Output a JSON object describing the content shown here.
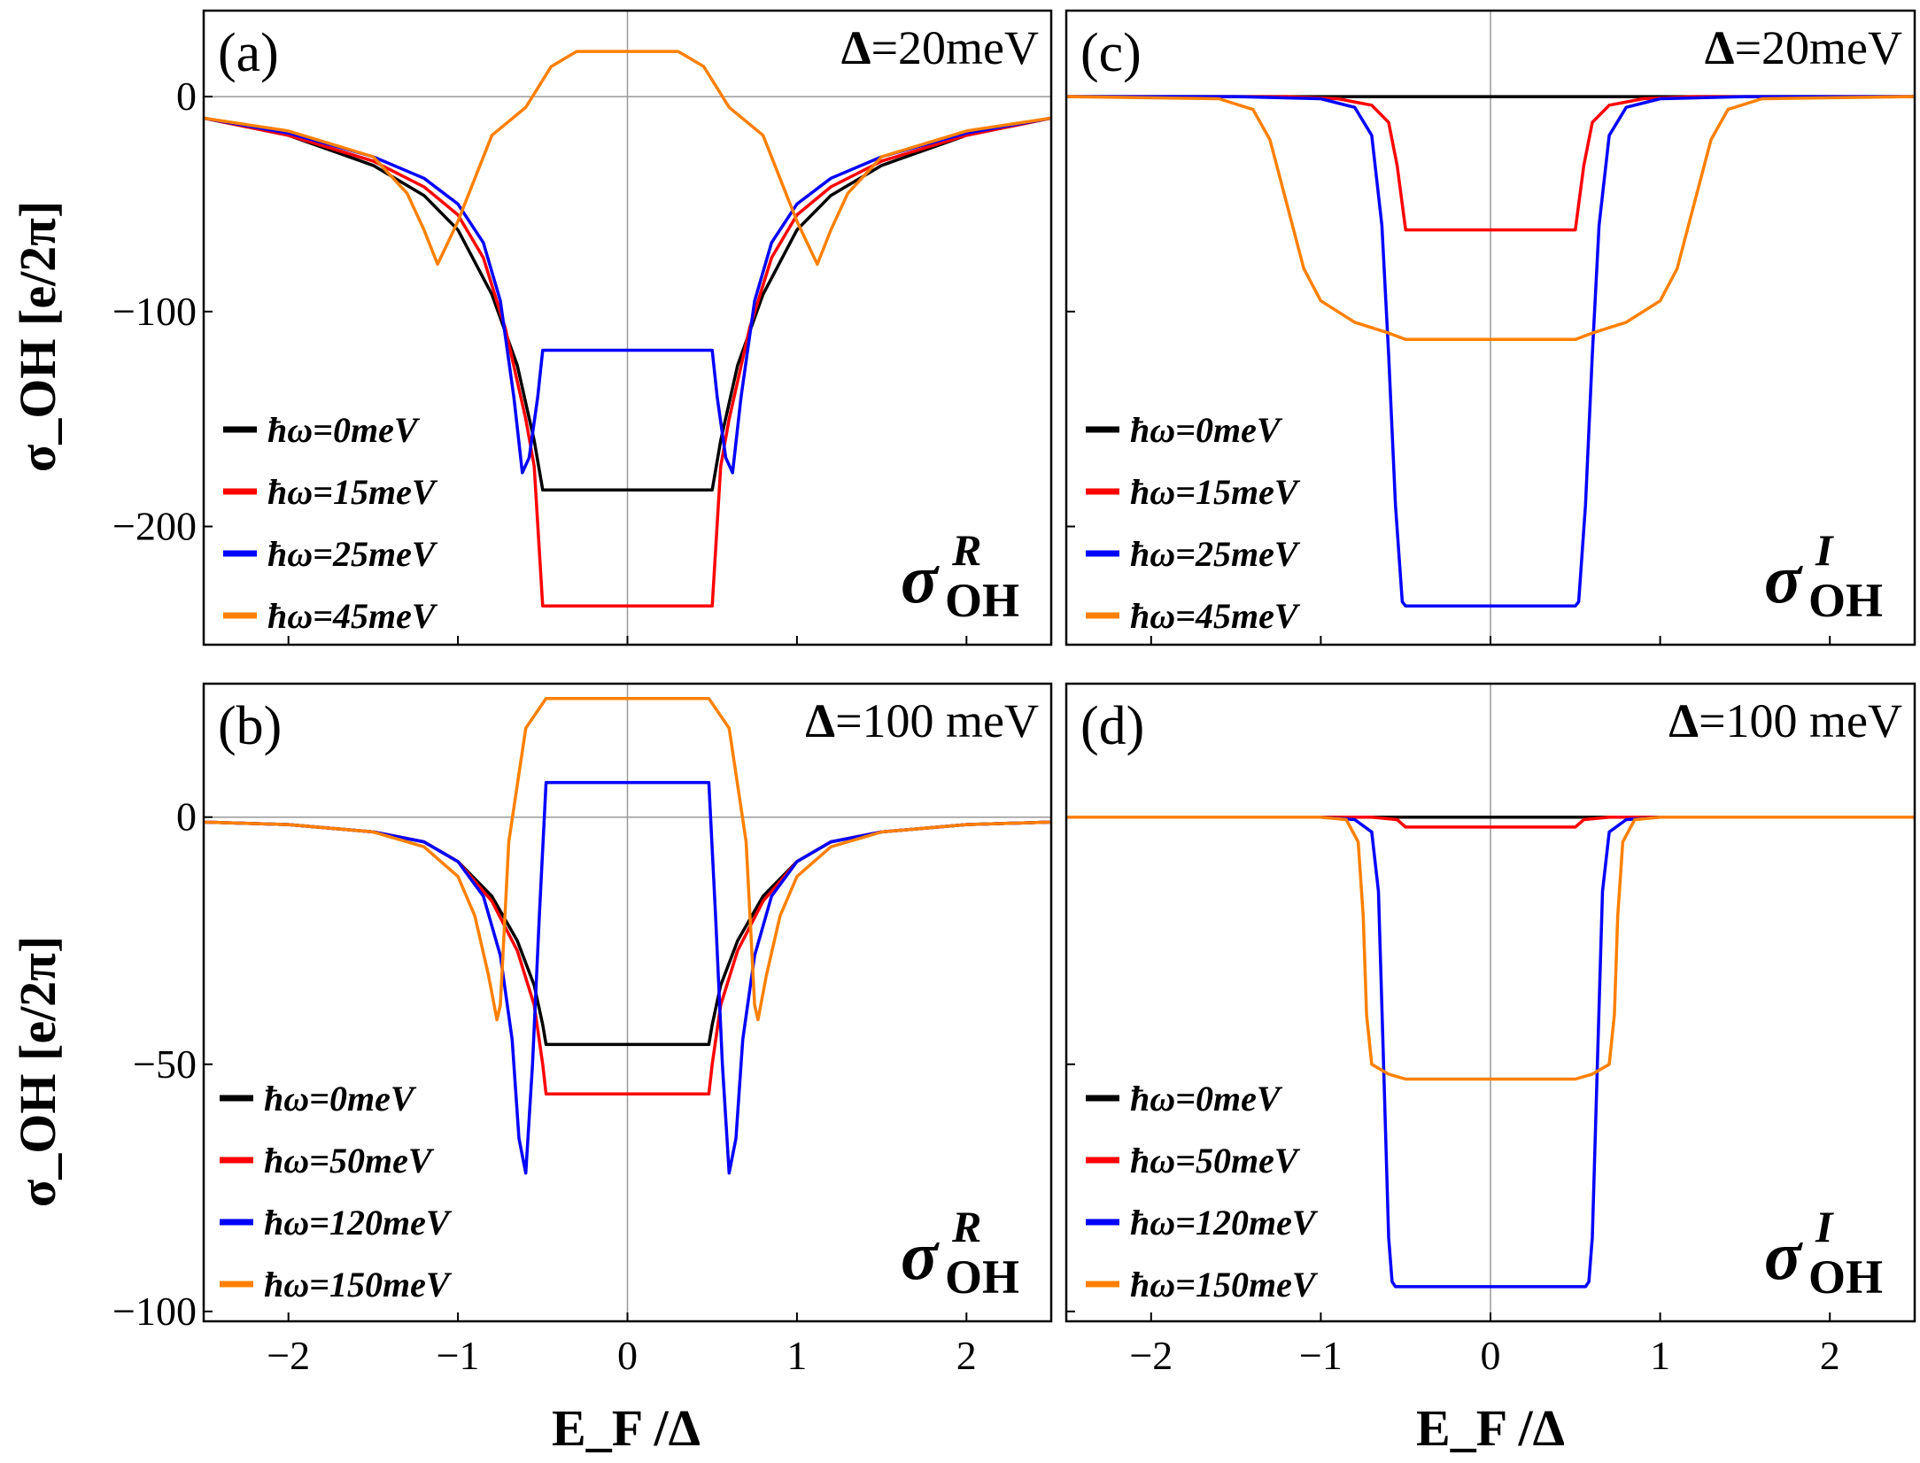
{
  "figure": {
    "xlabel": "E_F /Δ",
    "ylabel": "σ_OH [e/2π]"
  },
  "chart_data": [
    {
      "id": "a",
      "type": "line",
      "panel_label": "(a)",
      "delta_label": "Δ=20meV",
      "tag": {
        "symbol": "σ",
        "sup": "R",
        "sub": "OH"
      },
      "xlim": [
        -2.5,
        2.5
      ],
      "ylim": [
        -255,
        40
      ],
      "x_ticks": [
        -2,
        -1,
        0,
        1,
        2
      ],
      "y_ticks": [
        0,
        -100,
        -200
      ],
      "show_x_tick_labels": false,
      "show_y_tick_labels": true,
      "legend_position": "bottom-left",
      "series": [
        {
          "name": "ħω=0meV",
          "color": "#000000",
          "x": [
            -2.5,
            -2,
            -1.5,
            -1.2,
            -1,
            -0.8,
            -0.65,
            -0.55,
            -0.5,
            -0.45,
            0,
            0.45,
            0.5,
            0.55,
            0.65,
            0.8,
            1,
            1.2,
            1.5,
            2,
            2.5
          ],
          "y": [
            -10,
            -18,
            -32,
            -46,
            -62,
            -92,
            -125,
            -160,
            -183,
            -183,
            -183,
            -183,
            -183,
            -160,
            -125,
            -92,
            -62,
            -46,
            -32,
            -18,
            -10
          ]
        },
        {
          "name": "ħω=15meV",
          "color": "#ff0000",
          "x": [
            -2.5,
            -2,
            -1.5,
            -1.2,
            -1,
            -0.85,
            -0.72,
            -0.6,
            -0.55,
            -0.5,
            -0.45,
            0,
            0.45,
            0.5,
            0.55,
            0.6,
            0.72,
            0.85,
            1,
            1.2,
            1.5,
            2,
            2.5
          ],
          "y": [
            -10,
            -18,
            -30,
            -42,
            -55,
            -75,
            -108,
            -150,
            -172,
            -237,
            -237,
            -237,
            -237,
            -237,
            -172,
            -150,
            -108,
            -75,
            -55,
            -42,
            -30,
            -18,
            -10
          ]
        },
        {
          "name": "ħω=25meV",
          "color": "#0000ff",
          "x": [
            -2.5,
            -2,
            -1.5,
            -1.2,
            -1,
            -0.85,
            -0.75,
            -0.67,
            -0.62,
            -0.58,
            -0.53,
            -0.5,
            -0.48,
            0,
            0.48,
            0.5,
            0.53,
            0.58,
            0.62,
            0.67,
            0.75,
            0.85,
            1,
            1.2,
            1.5,
            2,
            2.5
          ],
          "y": [
            -10,
            -17,
            -28,
            -38,
            -50,
            -68,
            -95,
            -140,
            -175,
            -168,
            -140,
            -118,
            -118,
            -118,
            -118,
            -118,
            -140,
            -168,
            -175,
            -140,
            -95,
            -68,
            -50,
            -38,
            -28,
            -17,
            -10
          ]
        },
        {
          "name": "ħω=45meV",
          "color": "#ff8000",
          "x": [
            -2.5,
            -2,
            -1.5,
            -1.3,
            -1.2,
            -1.12,
            -1,
            -0.8,
            -0.6,
            -0.45,
            -0.3,
            -0.2,
            0,
            0.2,
            0.3,
            0.45,
            0.6,
            0.8,
            1,
            1.12,
            1.2,
            1.3,
            1.5,
            2,
            2.5
          ],
          "y": [
            -10,
            -16,
            -28,
            -45,
            -62,
            -78,
            -58,
            -18,
            -5,
            14,
            21,
            21,
            21,
            21,
            21,
            14,
            -5,
            -18,
            -58,
            -78,
            -62,
            -45,
            -28,
            -16,
            -10
          ]
        }
      ]
    },
    {
      "id": "c",
      "type": "line",
      "panel_label": "(c)",
      "delta_label": "Δ=20meV",
      "tag": {
        "symbol": "σ",
        "sup": "I",
        "sub": "OH"
      },
      "xlim": [
        -2.5,
        2.5
      ],
      "ylim": [
        -255,
        40
      ],
      "x_ticks": [
        -2,
        -1,
        0,
        1,
        2
      ],
      "y_ticks": [
        0,
        -100,
        -200
      ],
      "show_x_tick_labels": false,
      "show_y_tick_labels": false,
      "legend_position": "bottom-left",
      "series": [
        {
          "name": "ħω=0meV",
          "color": "#000000",
          "x": [
            -2.5,
            2.5
          ],
          "y": [
            0,
            0
          ]
        },
        {
          "name": "ħω=15meV",
          "color": "#ff0000",
          "x": [
            -2.5,
            -1.2,
            -0.9,
            -0.7,
            -0.6,
            -0.55,
            -0.5,
            0,
            0.5,
            0.55,
            0.6,
            0.7,
            0.9,
            1.2,
            2.5
          ],
          "y": [
            0,
            0,
            -1,
            -4,
            -12,
            -32,
            -62,
            -62,
            -62,
            -32,
            -12,
            -4,
            -1,
            0,
            0
          ]
        },
        {
          "name": "ħω=25meV",
          "color": "#0000ff",
          "x": [
            -2.5,
            -1.5,
            -1,
            -0.8,
            -0.7,
            -0.64,
            -0.6,
            -0.56,
            -0.52,
            -0.5,
            0,
            0.5,
            0.52,
            0.56,
            0.6,
            0.64,
            0.7,
            0.8,
            1,
            1.5,
            2.5
          ],
          "y": [
            0,
            0,
            -1,
            -5,
            -18,
            -60,
            -120,
            -190,
            -235,
            -237,
            -237,
            -237,
            -235,
            -190,
            -120,
            -60,
            -18,
            -5,
            -1,
            0,
            0
          ]
        },
        {
          "name": "ħω=45meV",
          "color": "#ff8000",
          "x": [
            -2.5,
            -1.6,
            -1.4,
            -1.3,
            -1.2,
            -1.1,
            -1,
            -0.8,
            -0.6,
            -0.5,
            0,
            0.5,
            0.6,
            0.8,
            1,
            1.1,
            1.2,
            1.3,
            1.4,
            1.6,
            2.5
          ],
          "y": [
            0,
            -1,
            -6,
            -20,
            -50,
            -80,
            -95,
            -105,
            -110,
            -113,
            -113,
            -113,
            -110,
            -105,
            -95,
            -80,
            -50,
            -20,
            -6,
            -1,
            0
          ]
        }
      ]
    },
    {
      "id": "b",
      "type": "line",
      "panel_label": "(b)",
      "delta_label": "Δ=100 meV",
      "tag": {
        "symbol": "σ",
        "sup": "R",
        "sub": "OH"
      },
      "xlim": [
        -2.5,
        2.5
      ],
      "ylim": [
        -102,
        27
      ],
      "x_ticks": [
        -2,
        -1,
        0,
        1,
        2
      ],
      "y_ticks": [
        0,
        -50,
        -100
      ],
      "show_x_tick_labels": true,
      "show_y_tick_labels": true,
      "legend_position": "bottom-left",
      "series": [
        {
          "name": "ħω=0meV",
          "color": "#000000",
          "x": [
            -2.5,
            -2,
            -1.5,
            -1.2,
            -1,
            -0.8,
            -0.65,
            -0.55,
            -0.5,
            -0.48,
            0,
            0.48,
            0.5,
            0.55,
            0.65,
            0.8,
            1,
            1.2,
            1.5,
            2,
            2.5
          ],
          "y": [
            -1,
            -1.5,
            -3,
            -5,
            -9,
            -16,
            -25,
            -34,
            -42,
            -46,
            -46,
            -46,
            -42,
            -34,
            -25,
            -16,
            -9,
            -5,
            -3,
            -1.5,
            -1
          ]
        },
        {
          "name": "ħω=50meV",
          "color": "#ff0000",
          "x": [
            -2.5,
            -2,
            -1.5,
            -1.2,
            -1,
            -0.8,
            -0.65,
            -0.55,
            -0.5,
            -0.48,
            0,
            0.48,
            0.5,
            0.55,
            0.65,
            0.8,
            1,
            1.2,
            1.5,
            2,
            2.5
          ],
          "y": [
            -1,
            -1.5,
            -3,
            -5,
            -9,
            -17,
            -27,
            -38,
            -50,
            -56,
            -56,
            -56,
            -50,
            -38,
            -27,
            -17,
            -9,
            -5,
            -3,
            -1.5,
            -1
          ]
        },
        {
          "name": "ħω=120meV",
          "color": "#0000ff",
          "x": [
            -2.5,
            -2,
            -1.5,
            -1.2,
            -1,
            -0.85,
            -0.75,
            -0.68,
            -0.64,
            -0.6,
            -0.56,
            -0.52,
            -0.48,
            0,
            0.48,
            0.52,
            0.56,
            0.6,
            0.64,
            0.68,
            0.75,
            0.85,
            1,
            1.2,
            1.5,
            2,
            2.5
          ],
          "y": [
            -1,
            -1.5,
            -3,
            -5,
            -9,
            -16,
            -28,
            -45,
            -65,
            -72,
            -50,
            -20,
            7,
            7,
            7,
            -20,
            -50,
            -72,
            -65,
            -45,
            -28,
            -16,
            -9,
            -5,
            -3,
            -1.5,
            -1
          ]
        },
        {
          "name": "ħω=150meV",
          "color": "#ff8000",
          "x": [
            -2.5,
            -2,
            -1.5,
            -1.2,
            -1,
            -0.9,
            -0.82,
            -0.77,
            -0.75,
            -0.7,
            -0.6,
            -0.5,
            -0.48,
            0,
            0.48,
            0.5,
            0.6,
            0.7,
            0.75,
            0.77,
            0.82,
            0.9,
            1,
            1.2,
            1.5,
            2,
            2.5
          ],
          "y": [
            -1,
            -1.5,
            -3,
            -6,
            -12,
            -20,
            -32,
            -41,
            -38,
            -5,
            18,
            23,
            24,
            24,
            24,
            23,
            18,
            -5,
            -38,
            -41,
            -32,
            -20,
            -12,
            -6,
            -3,
            -1.5,
            -1
          ]
        }
      ]
    },
    {
      "id": "d",
      "type": "line",
      "panel_label": "(d)",
      "delta_label": "Δ=100 meV",
      "tag": {
        "symbol": "σ",
        "sup": "I",
        "sub": "OH"
      },
      "xlim": [
        -2.5,
        2.5
      ],
      "ylim": [
        -102,
        27
      ],
      "x_ticks": [
        -2,
        -1,
        0,
        1,
        2
      ],
      "y_ticks": [
        0,
        -50,
        -100
      ],
      "show_x_tick_labels": true,
      "show_y_tick_labels": false,
      "legend_position": "bottom-left",
      "series": [
        {
          "name": "ħω=0meV",
          "color": "#000000",
          "x": [
            -2.5,
            2.5
          ],
          "y": [
            0,
            0
          ]
        },
        {
          "name": "ħω=50meV",
          "color": "#ff0000",
          "x": [
            -2.5,
            -0.7,
            -0.55,
            -0.5,
            0,
            0.5,
            0.55,
            0.7,
            2.5
          ],
          "y": [
            0,
            0,
            -0.5,
            -2,
            -2,
            -2,
            -0.5,
            0,
            0
          ]
        },
        {
          "name": "ħω=120meV",
          "color": "#0000ff",
          "x": [
            -2.5,
            -1,
            -0.8,
            -0.7,
            -0.66,
            -0.63,
            -0.6,
            -0.58,
            -0.56,
            0,
            0.56,
            0.58,
            0.6,
            0.63,
            0.66,
            0.7,
            0.8,
            1,
            2.5
          ],
          "y": [
            0,
            0,
            -0.5,
            -3,
            -15,
            -50,
            -85,
            -94,
            -95,
            -95,
            -95,
            -94,
            -85,
            -50,
            -15,
            -3,
            -0.5,
            0,
            0
          ]
        },
        {
          "name": "ħω=150meV",
          "color": "#ff8000",
          "x": [
            -2.5,
            -1,
            -0.85,
            -0.78,
            -0.75,
            -0.73,
            -0.7,
            -0.6,
            -0.5,
            0,
            0.5,
            0.6,
            0.7,
            0.73,
            0.75,
            0.78,
            0.85,
            1,
            2.5
          ],
          "y": [
            0,
            0,
            -0.5,
            -5,
            -20,
            -40,
            -50,
            -52,
            -53,
            -53,
            -53,
            -52,
            -50,
            -40,
            -20,
            -5,
            -0.5,
            0,
            0
          ]
        }
      ]
    }
  ]
}
